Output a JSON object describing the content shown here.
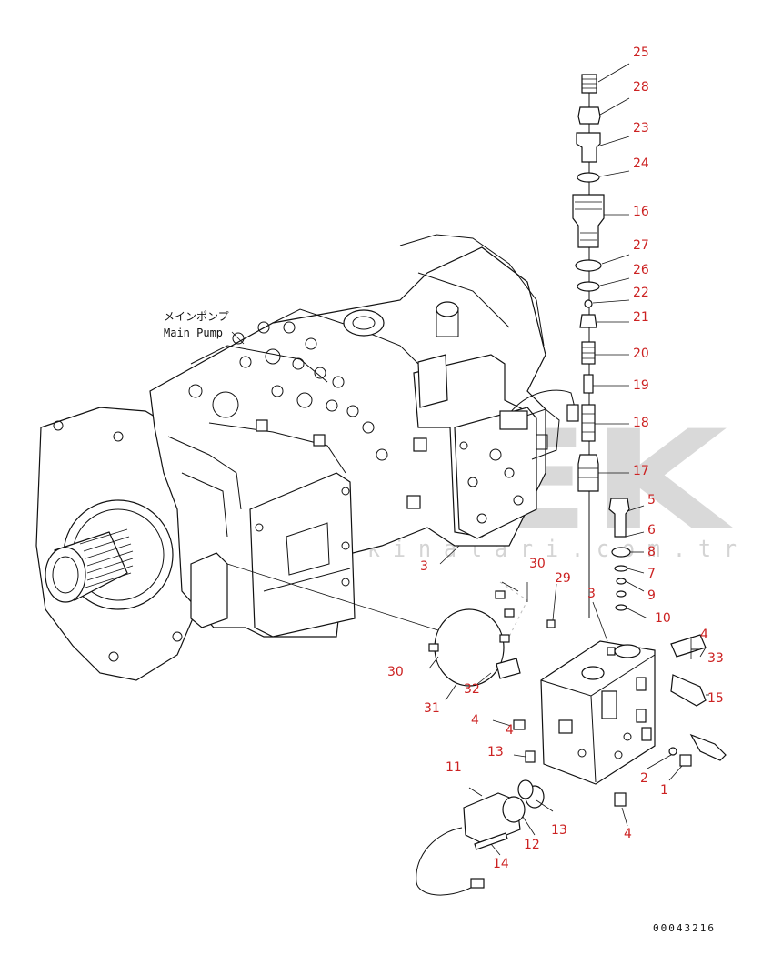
{
  "watermark": {
    "brand": "ORNEK",
    "url": "w w w . o r n e k i s m a k i n a l a r i . c o m . t r"
  },
  "pump_label": {
    "japanese": "メインポンプ",
    "english": "Main Pump"
  },
  "drawing_number": "00043216",
  "callouts": [
    "25",
    "28",
    "23",
    "24",
    "16",
    "27",
    "26",
    "22",
    "21",
    "20",
    "19",
    "18",
    "17",
    "5",
    "6",
    "8",
    "7",
    "9",
    "10",
    "3",
    "30",
    "29",
    "3",
    "4",
    "33",
    "15",
    "30",
    "32",
    "31",
    "4",
    "4",
    "13",
    "11",
    "2",
    "1",
    "13",
    "12",
    "14",
    "4"
  ],
  "colors": {
    "callout": "#cc2222",
    "line": "#111111",
    "watermark": "#d9d9d9"
  }
}
